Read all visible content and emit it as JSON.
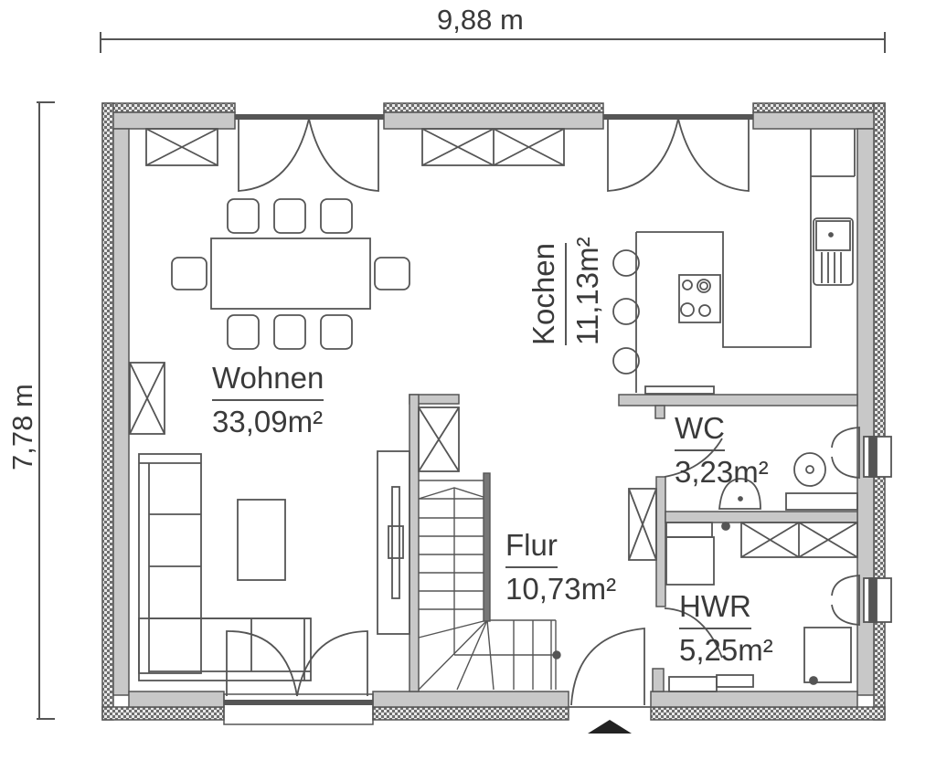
{
  "plan": {
    "dimensions": {
      "width": "9,88 m",
      "depth": "7,78 m"
    },
    "rooms": [
      {
        "name": "Wohnen",
        "area": "33,09m²"
      },
      {
        "name": "Kochen",
        "area": "11,13m²"
      },
      {
        "name": "WC",
        "area": "3,23m²"
      },
      {
        "name": "Flur",
        "area": "10,73m²"
      },
      {
        "name": "HWR",
        "area": "5,25m²"
      }
    ],
    "entrance_marker": "entrance-arrow"
  },
  "colors": {
    "line": "#4a4a4a",
    "wall_fill": "#c8c8c8",
    "insulation": "#8a8a8a",
    "background": "#ffffff"
  }
}
